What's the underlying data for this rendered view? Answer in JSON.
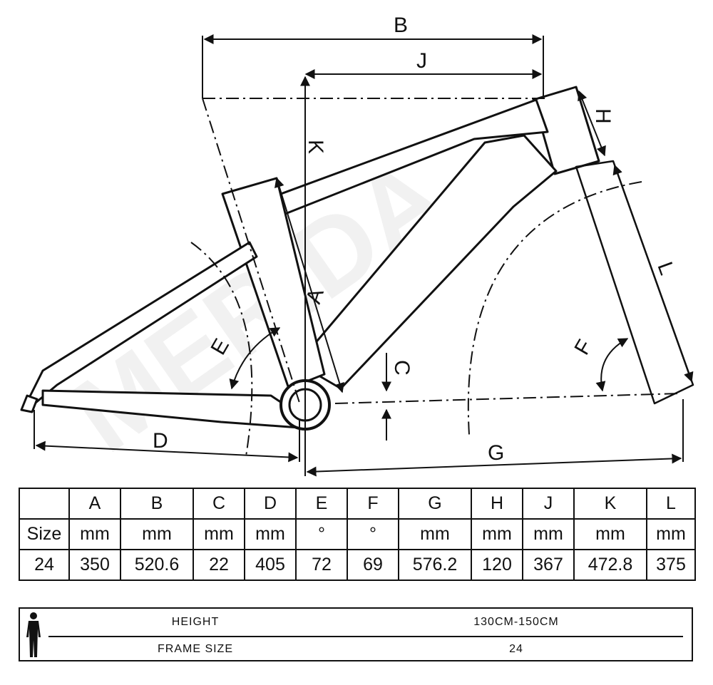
{
  "diagram": {
    "labels": {
      "A": "A",
      "B": "B",
      "C": "C",
      "D": "D",
      "E": "E",
      "F": "F",
      "G": "G",
      "H": "H",
      "J": "J",
      "K": "K",
      "L": "L"
    }
  },
  "geometry_table": {
    "header": [
      "",
      "A",
      "B",
      "C",
      "D",
      "E",
      "F",
      "G",
      "H",
      "J",
      "K",
      "L"
    ],
    "units": [
      "Size",
      "mm",
      "mm",
      "mm",
      "mm",
      "°",
      "°",
      "mm",
      "mm",
      "mm",
      "mm",
      "mm"
    ],
    "rows": [
      [
        "24",
        "350",
        "520.6",
        "22",
        "405",
        "72",
        "69",
        "576.2",
        "120",
        "367",
        "472.8",
        "375"
      ]
    ]
  },
  "size_chart": {
    "height_label": "HEIGHT",
    "height_value": "130CM-150CM",
    "frame_size_label": "FRAME SIZE",
    "frame_size_value": "24"
  }
}
